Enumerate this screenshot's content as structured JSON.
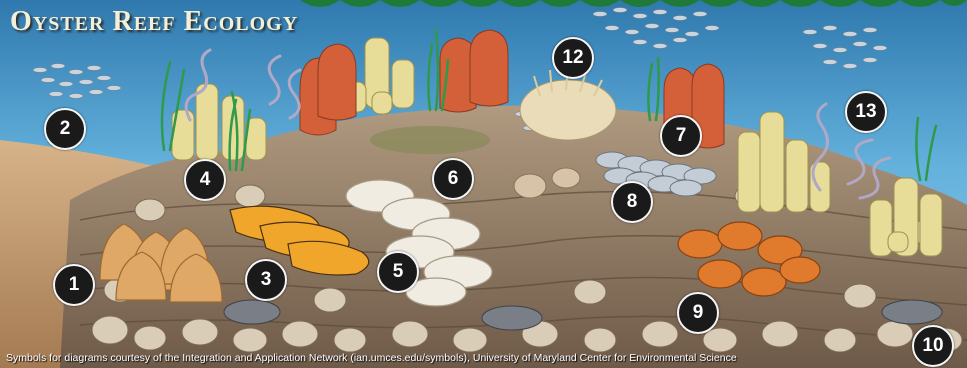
{
  "title": "Oyster Reef Ecology",
  "credit": "Symbols for diagrams courtesy of the Integration and Application Network (ian.umces.edu/symbols), University of Maryland Center for Environmental Science",
  "markers": [
    "1",
    "2",
    "3",
    "4",
    "5",
    "6",
    "7",
    "8",
    "9",
    "10",
    "12",
    "13"
  ],
  "colors": {
    "water": "#3e8fbf",
    "sand": "#c8a27a",
    "reef": "#a08a72",
    "sponge": "#e7dc98",
    "crab": "#e07a2c",
    "marker": "#1a1a1a"
  }
}
